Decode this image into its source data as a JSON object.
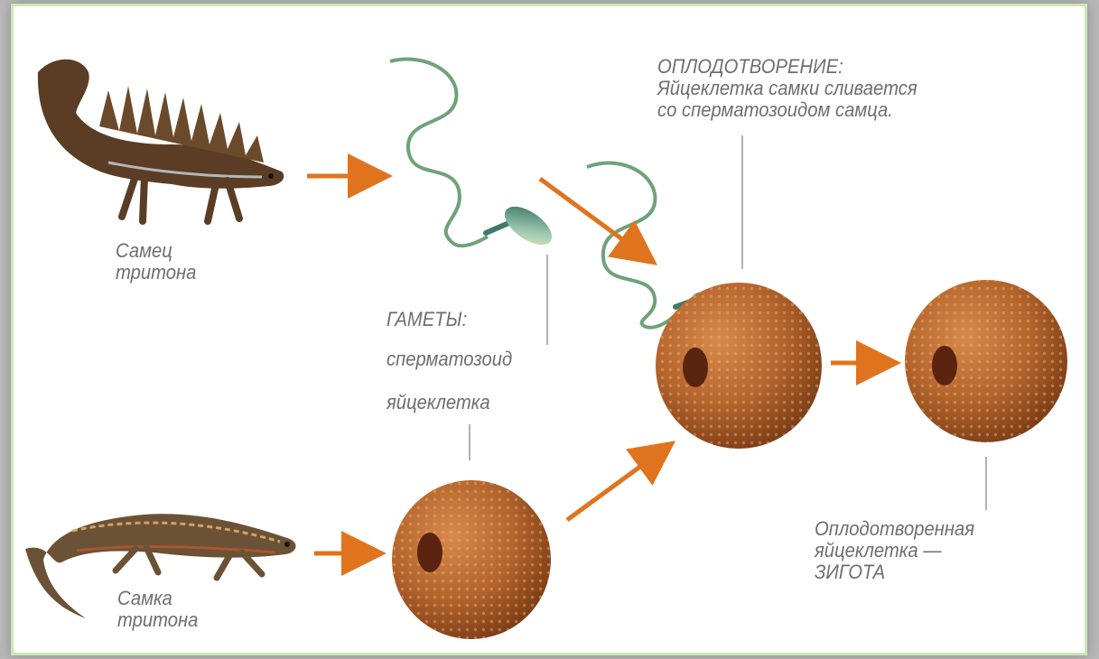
{
  "labels": {
    "male_line1": "Самец",
    "male_line2": "тритона",
    "female_line1": "Самка",
    "female_line2": "тритона",
    "gametes_title": "ГАМЕТЫ:",
    "gamete_sperm": "сперматозоид",
    "gamete_egg": "яйцеклетка",
    "fert_title": "ОПЛОДОТВОРЕНИЕ:",
    "fert_line1": "Яйцеклетка самки сливается",
    "fert_line2": "со сперматозоидом самца.",
    "zygote_line1": "Оплодотворенная",
    "zygote_line2": "яйцеклетка —",
    "zygote_line3": "ЗИГОТА"
  },
  "colors": {
    "arrow": "#e0741e",
    "egg": "#b5652c",
    "newt_male": "#5a3d24",
    "newt_female": "#6b5236",
    "sperm": "#7aa88a",
    "text": "#6e6e6e"
  }
}
